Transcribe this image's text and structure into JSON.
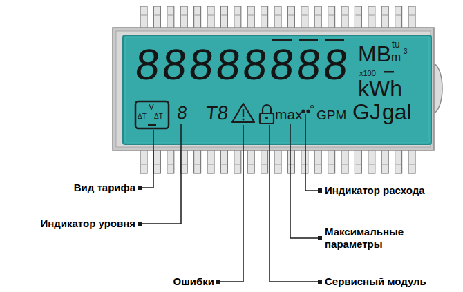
{
  "diagram": {
    "labels": [
      "88888888",
      "MB",
      "tu",
      "m",
      "3",
      "x100",
      "kWh",
      "V",
      "ΔT",
      "ΔT",
      "8",
      "T8",
      "max",
      "°",
      "GPM",
      "GJ",
      "gal",
      "Вид тарифа",
      "Индикатор уровня",
      "Ошибки",
      "Сервисный модуль",
      "Максимальные параметры",
      "Индикатор расхода"
    ]
  }
}
